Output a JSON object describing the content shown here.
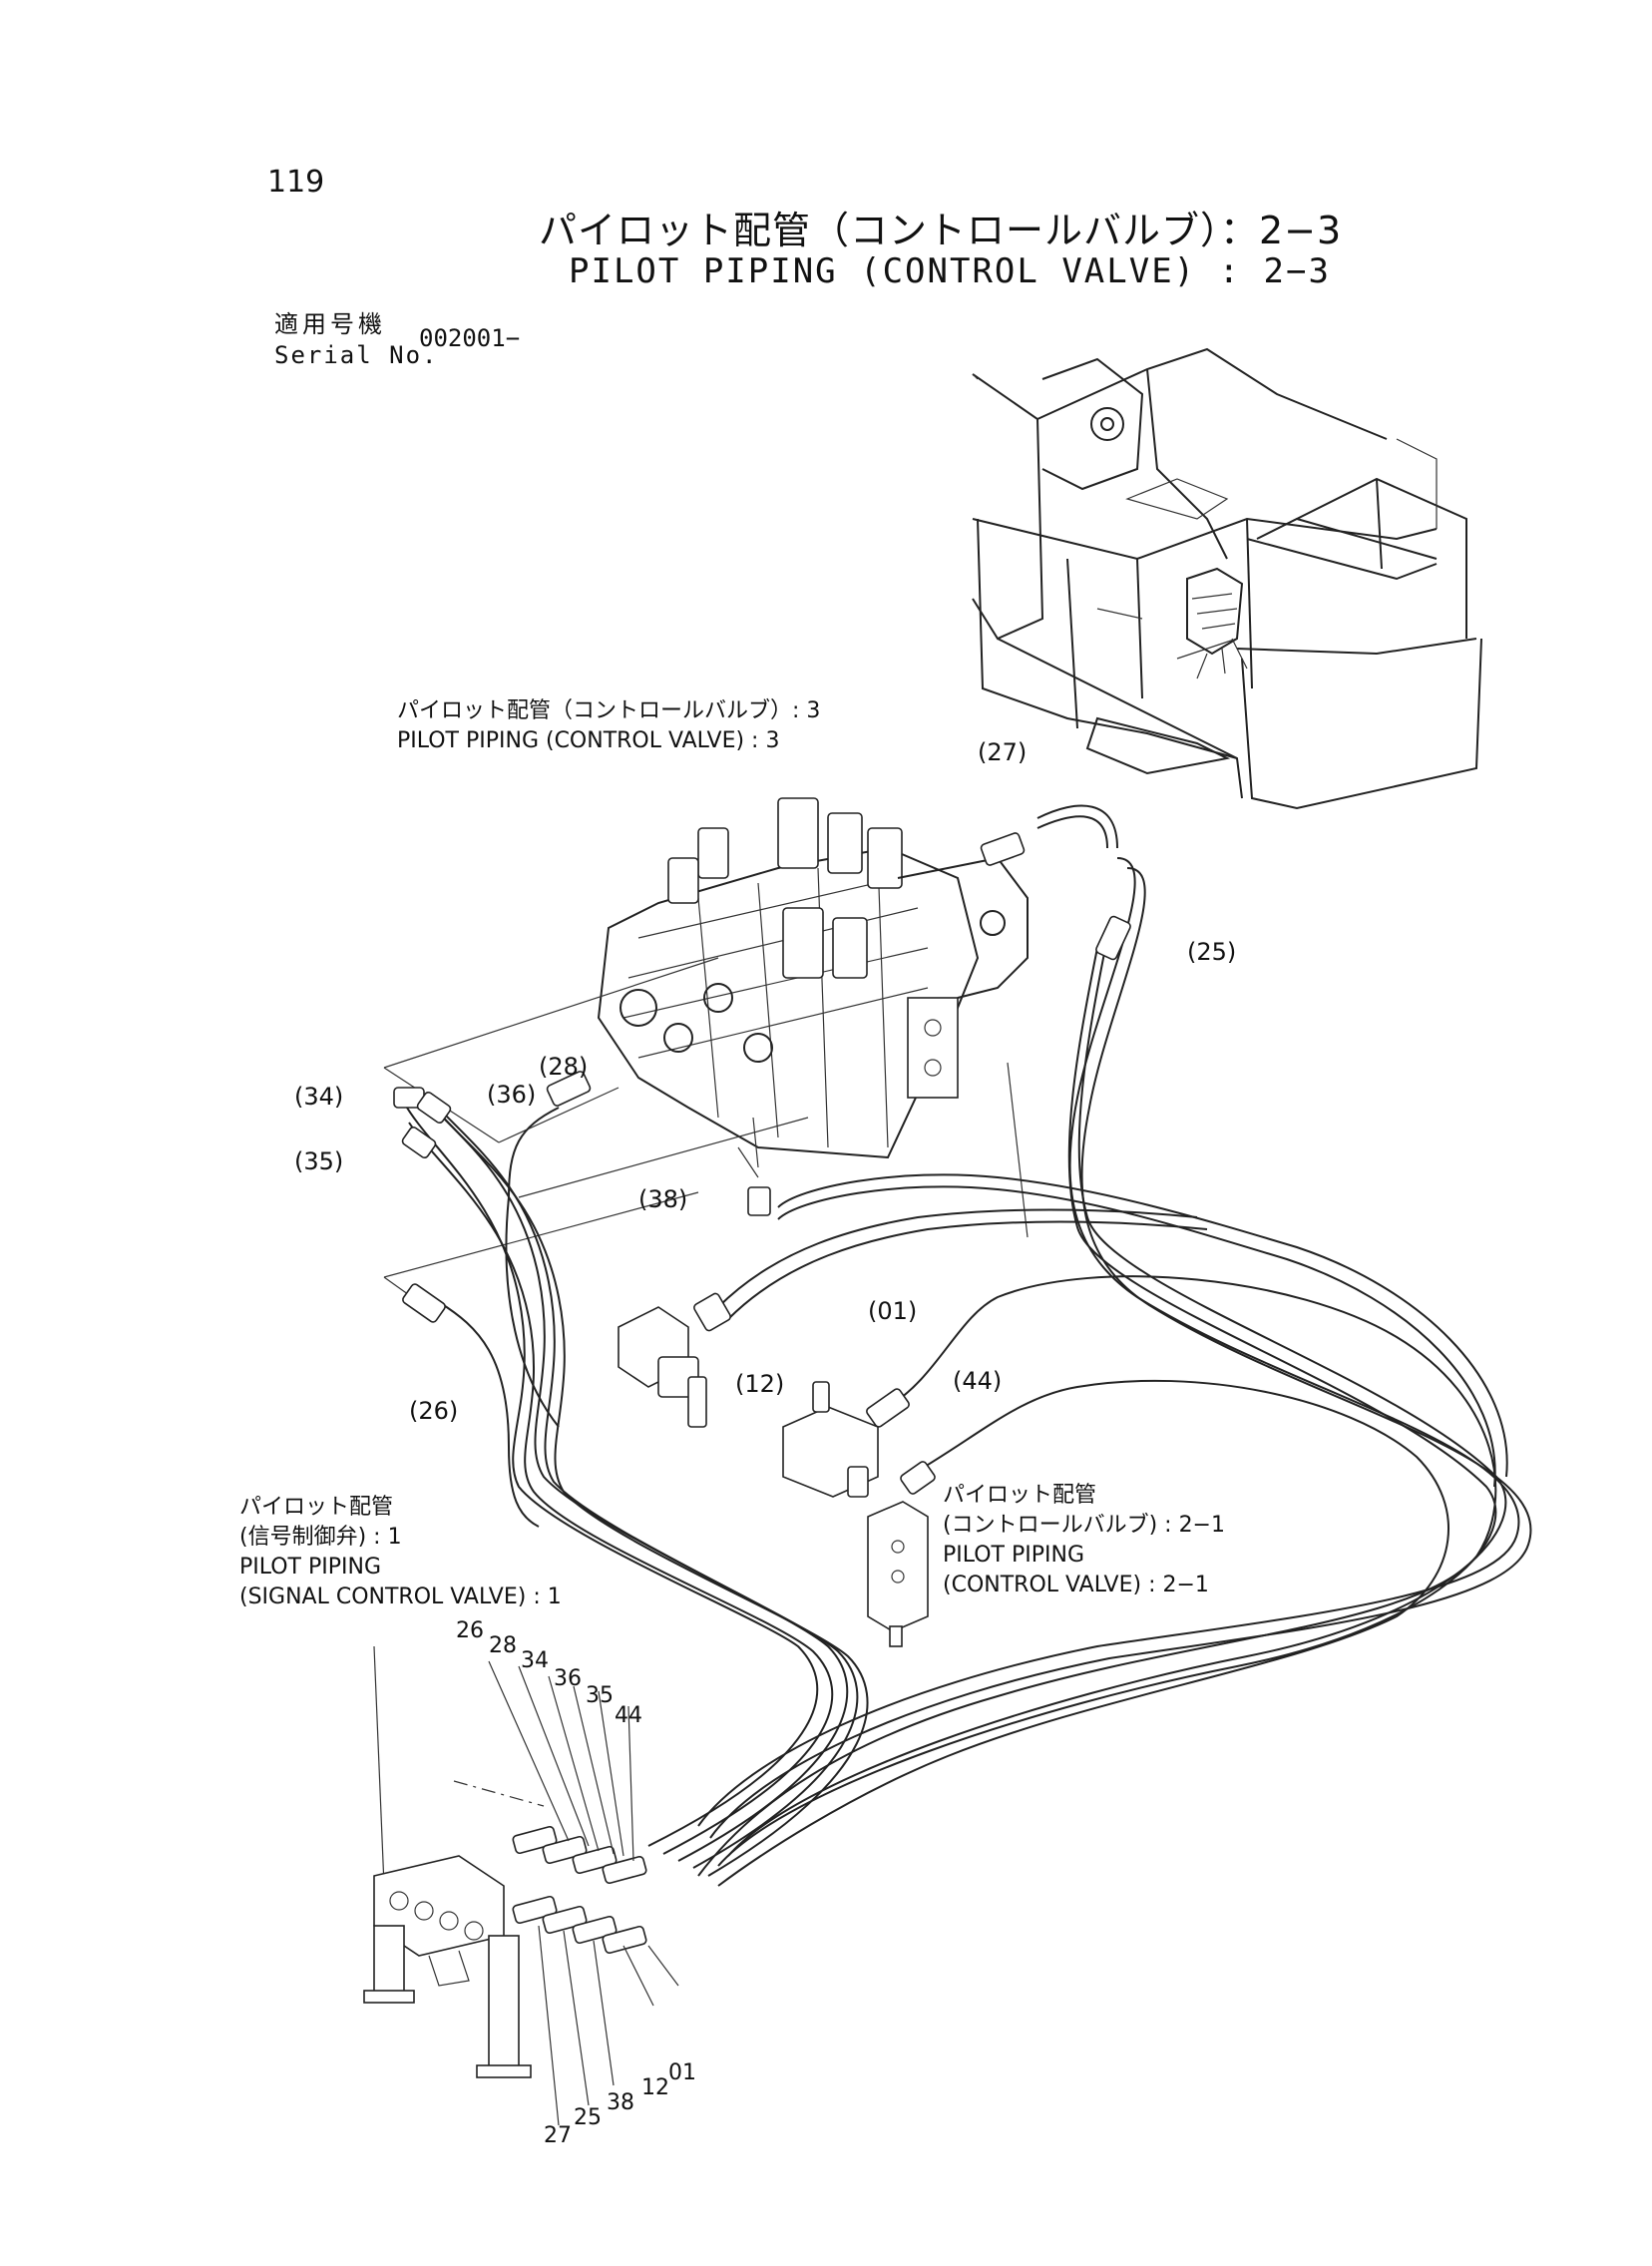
{
  "header": {
    "page_number": "119",
    "title_ja": "パイロット配管（コントロールバルブ）：2−3",
    "title_en": "PILOT PIPING (CONTROL VALVE) : 2−3",
    "serial_label_ja": "適用号機",
    "serial_label_en": "Serial No.",
    "serial_value": "002001−"
  },
  "references": {
    "control_valve_3": {
      "ja": "パイロット配管（コントロールバルブ）: 3",
      "en": "PILOT PIPING (CONTROL VALVE) : 3"
    },
    "signal_control_valve_1": {
      "ja1": "パイロット配管",
      "ja2": "(信号制御弁) : 1",
      "en1": "PILOT PIPING",
      "en2": "(SIGNAL CONTROL VALVE) : 1"
    },
    "control_valve_2_1": {
      "ja1": "パイロット配管",
      "ja2": "(コントロールバルブ) : 2−1",
      "en1": "PILOT PIPING",
      "en2": "(CONTROL VALVE) : 2−1"
    }
  },
  "callouts": {
    "c27": "(27)",
    "c25": "(25)",
    "c34": "(34)",
    "c36": "(36)",
    "c28": "(28)",
    "c35": "(35)",
    "c38": "(38)",
    "c26": "(26)",
    "c12": "(12)",
    "c01": "(01)",
    "c44": "(44)"
  },
  "hose_end_numbers": {
    "top_row": [
      "26",
      "28",
      "34",
      "36",
      "35",
      "44"
    ],
    "bottom_row": [
      "27",
      "25",
      "38",
      "12",
      "01"
    ]
  }
}
